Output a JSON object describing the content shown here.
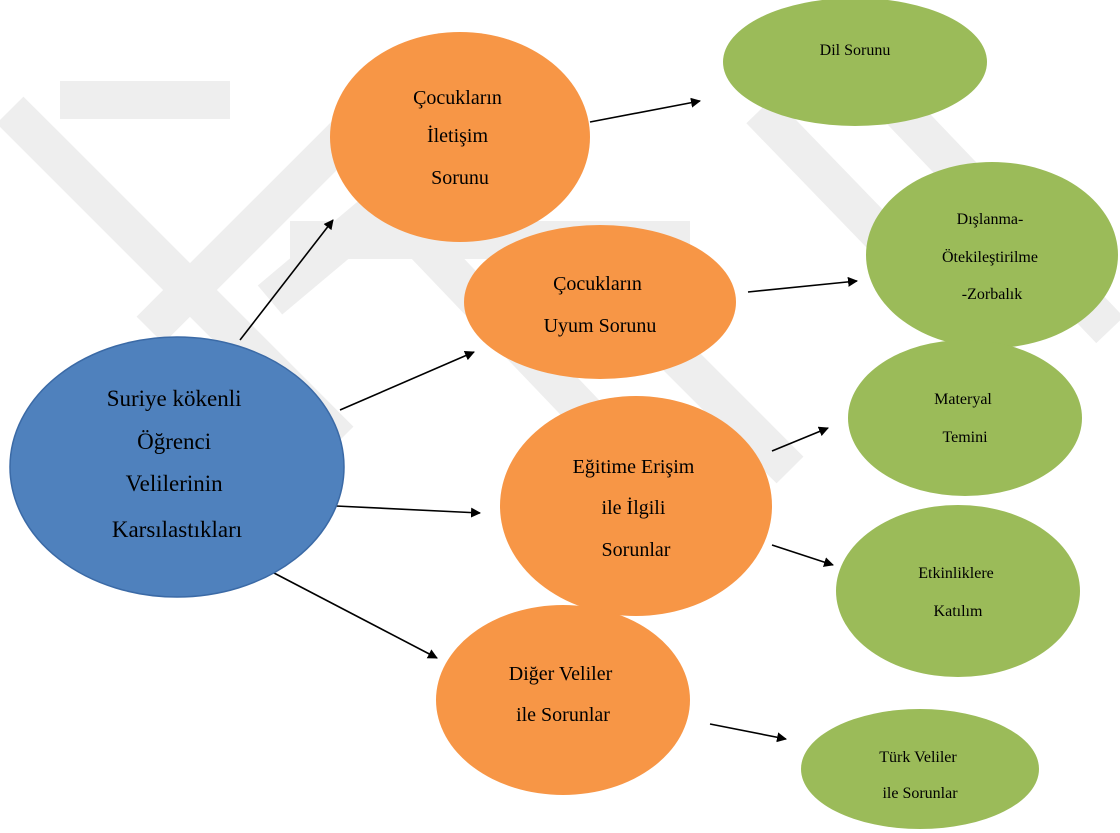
{
  "colors": {
    "root": "#4f81bd",
    "root_stroke": "#3b6aa6",
    "category": "#f79646",
    "leaf": "#9bbb59",
    "arrow": "#000000",
    "watermark": "#eeeeee"
  },
  "root": {
    "lines": [
      "Suriye kökenli",
      "Öğrenci",
      "Velilerinin",
      "Karsılastıkları"
    ]
  },
  "categories": [
    {
      "id": "iletisim",
      "lines": [
        "Çocukların",
        "İletişim",
        "Sorunu"
      ]
    },
    {
      "id": "uyum",
      "lines": [
        "Çocukların",
        "Uyum Sorunu"
      ]
    },
    {
      "id": "erisim",
      "lines": [
        "Eğitime Erişim",
        "ile İlgili",
        "Sorunlar"
      ]
    },
    {
      "id": "diger",
      "lines": [
        "Diğer Veliler",
        "ile Sorunlar"
      ]
    }
  ],
  "leaves": [
    {
      "id": "dil",
      "parent": "iletisim",
      "lines": [
        "Dil Sorunu"
      ]
    },
    {
      "id": "dislanma",
      "parent": "uyum",
      "lines": [
        "Dışlanma-",
        "Ötekileştirilme",
        "-Zorbalık"
      ]
    },
    {
      "id": "materyal",
      "parent": "erisim",
      "lines": [
        "Materyal",
        "Temini"
      ]
    },
    {
      "id": "etkinlik",
      "parent": "erisim",
      "lines": [
        "Etkinliklere",
        "Katılım"
      ]
    },
    {
      "id": "turk",
      "parent": "diger",
      "lines": [
        "Türk Veliler",
        "ile Sorunlar"
      ]
    }
  ]
}
